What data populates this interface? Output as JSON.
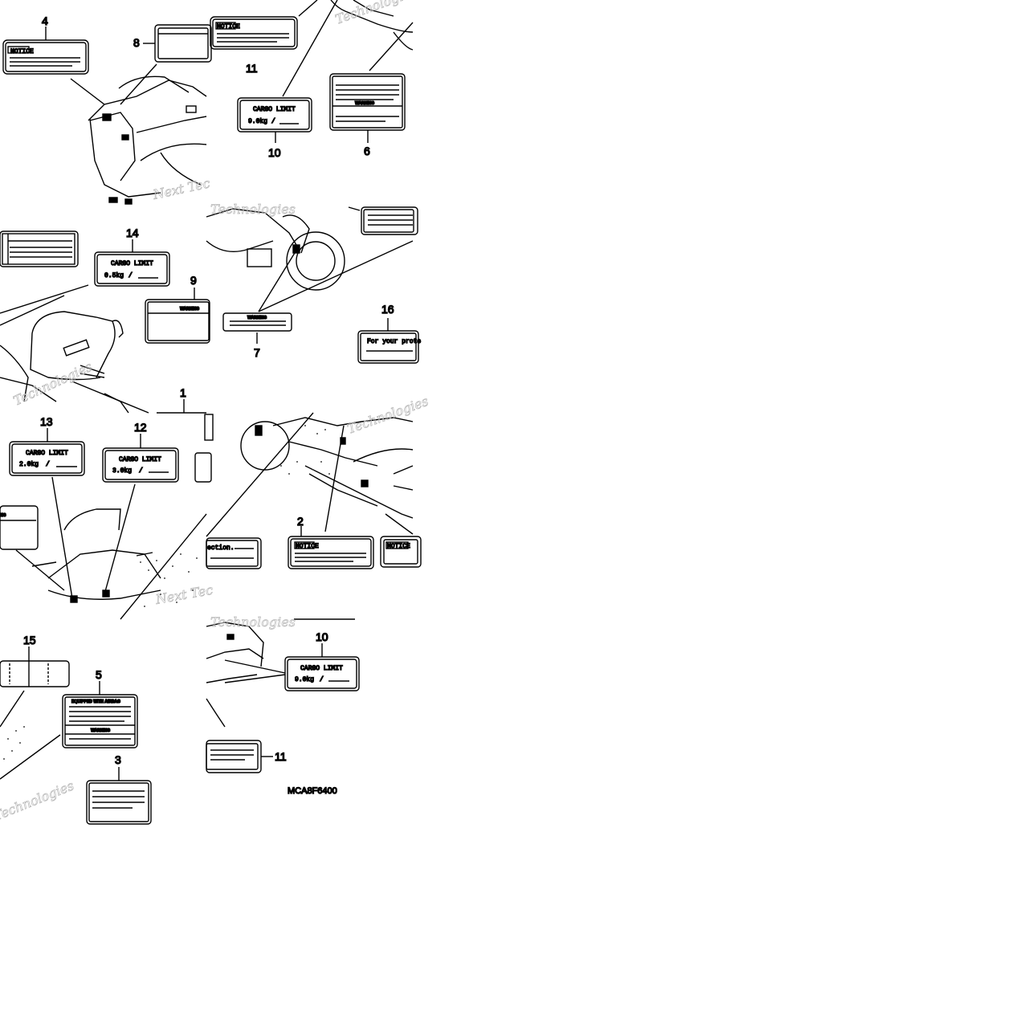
{
  "diagram": {
    "callouts": [
      "4",
      "8",
      "11",
      "10",
      "6",
      "14",
      "9",
      "16",
      "7",
      "1",
      "13",
      "12",
      "2",
      "15",
      "5",
      "3",
      "10",
      "11"
    ],
    "labels": {
      "notice": "NOTICE",
      "warning": "WARNING",
      "cargo_limit": "CARGO LIMIT",
      "cargo_9": "9.0kg",
      "cargo_05": "0.5kg",
      "cargo_2": "2.0kg",
      "cargo_3": "3.0kg",
      "protection": "For your prote",
      "protection_tail": "ection.",
      "equipped": "EQUIPPED WITH AIRBAG",
      "partial_ng": "NG"
    },
    "part_code": "MCA8F6400",
    "watermark": {
      "next": "Next Tec",
      "tech": "Technologies"
    }
  }
}
